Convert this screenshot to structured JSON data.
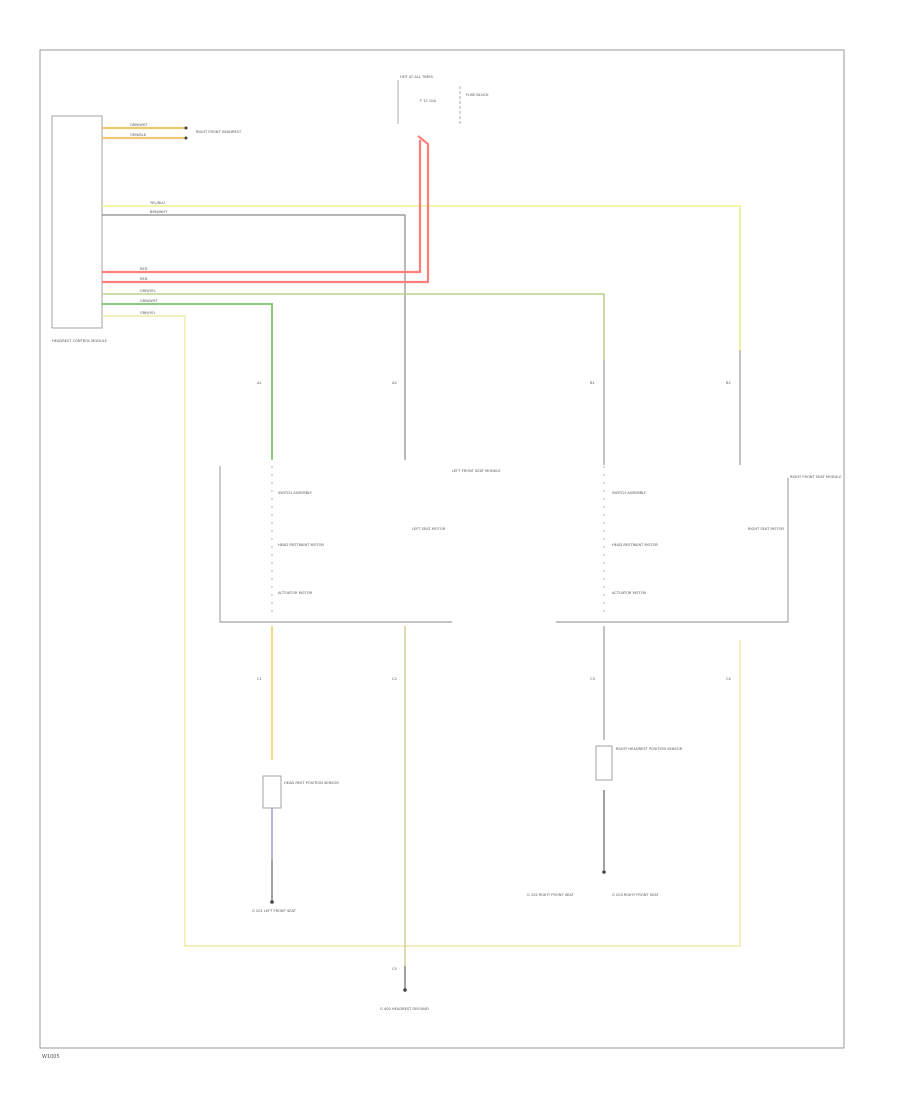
{
  "diagram_id": "W1005",
  "colors": {
    "red": "#ff7f7f",
    "yellow": "#f2ef8c",
    "green": "#7dc46a",
    "gray": "#8a8a8a",
    "dark": "#444444",
    "purple": "#9a92d8"
  },
  "components": {
    "control_module": "HEADREST CONTROL MODULE",
    "fuse_box": "FUSE BLOCK",
    "fuse_label": "HOT AT ALL TIMES",
    "fuse_id": "F 12 10A",
    "top_connector": "RIGHT FRONT HEADREST",
    "left_module": "LEFT FRONT SEAT MODULE",
    "right_module": "RIGHT FRONT SEAT MODULE",
    "left_inner": [
      "SWITCH ASSEMBLY",
      "HEAD RESTRAINT MOTOR",
      "ACTUATOR MOTOR"
    ],
    "right_inner": [
      "SWITCH ASSEMBLY",
      "HEAD RESTRAINT MOTOR",
      "ACTUATOR MOTOR"
    ],
    "left_seat_label": "LEFT SEAT MOTOR",
    "right_seat_label": "RIGHT SEAT MOTOR",
    "left_bottom_box": "HEAD REST POSITION SENSOR",
    "right_bottom_box": "RIGHT HEADREST POSITION SENSOR",
    "left_ground": "G 201 LEFT FRONT SEAT",
    "right_ground_a": "G 202 RIGHT FRONT SEAT",
    "right_ground_b": "G 203 RIGHT FRONT SEAT",
    "bottom_ground": "G 400 HEADREST GROUND"
  },
  "wire_labels": {
    "w1": "ORN/WHT",
    "w2": "ORN/BLK",
    "w3": "YEL/BLU",
    "w4": "BRN/WHT",
    "w5": "RED",
    "w6": "RED",
    "w7": "GRN/YEL",
    "w8": "GRN/WHT",
    "w9": "GRN/YEL"
  },
  "pin_labels": {
    "p1": "A1",
    "p2": "A2",
    "p3": "B1",
    "p4": "B2",
    "p5": "C1",
    "p6": "C2",
    "p7": "C3",
    "p8": "C4",
    "p9": "C5"
  }
}
